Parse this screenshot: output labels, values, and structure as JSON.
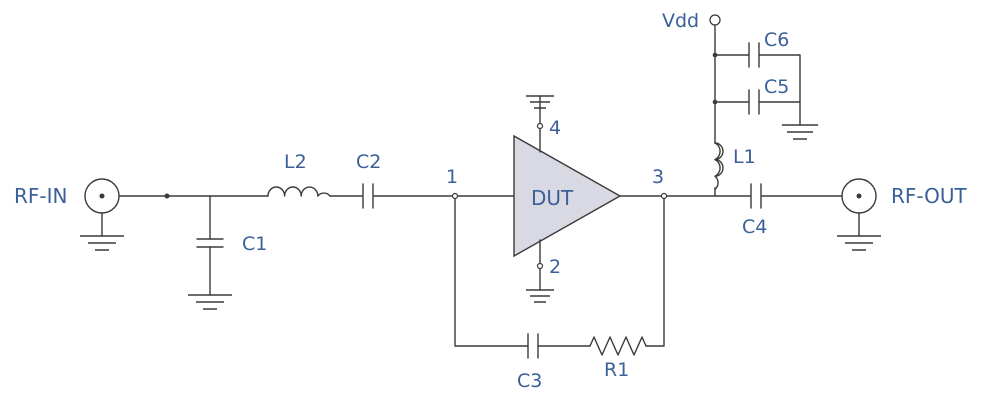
{
  "colors": {
    "wire": "#3a3a3a",
    "label": "#3b5f99",
    "amp_fill": "#d9d9e3"
  },
  "connectors": {
    "input": "RF-IN",
    "output": "RF-OUT",
    "supply": "Vdd"
  },
  "components": {
    "c1": "C1",
    "c2": "C2",
    "c3": "C3",
    "c4": "C4",
    "c5": "C5",
    "c6": "C6",
    "l1": "L1",
    "l2": "L2",
    "r1": "R1"
  },
  "dut": {
    "label": "DUT",
    "pin1": "1",
    "pin2": "2",
    "pin3": "3",
    "pin4": "4"
  },
  "icons": {
    "connector": "coax-connector-icon",
    "ground": "ground-icon"
  }
}
